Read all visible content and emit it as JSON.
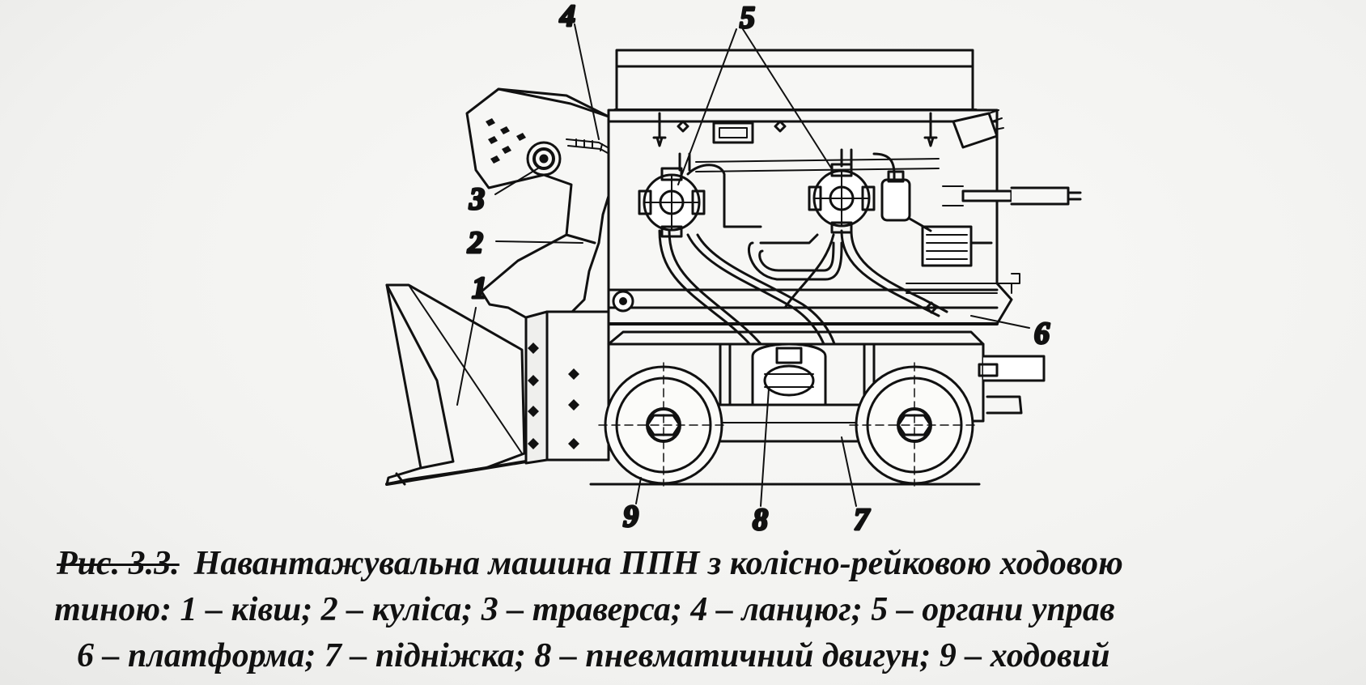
{
  "diagram": {
    "callouts": [
      {
        "id": "1",
        "text": "1"
      },
      {
        "id": "2",
        "text": "2"
      },
      {
        "id": "3",
        "text": "3"
      },
      {
        "id": "4",
        "text": "4"
      },
      {
        "id": "5",
        "text": "5"
      },
      {
        "id": "6",
        "text": "6"
      },
      {
        "id": "7",
        "text": "7"
      },
      {
        "id": "8",
        "text": "8"
      },
      {
        "id": "9",
        "text": "9"
      }
    ]
  },
  "caption": {
    "figure_label": "Рис. 3.3.",
    "line1_text": "Навантажувальна машина ППН з колісно-рейковою ходовою",
    "line2_text": "тиною: 1 – ківш; 2 – куліса; 3 – траверса; 4 – ланцюг; 5 – органи управ",
    "line3_text": "6 – платформа; 7 – підніжка; 8 – пневматичний двигун; 9 – ходовий"
  }
}
